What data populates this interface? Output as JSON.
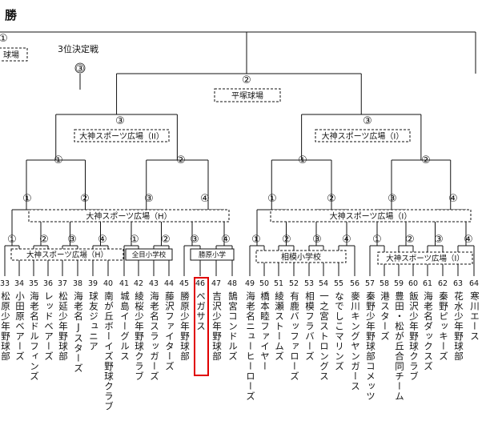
{
  "title_fragment": "勝",
  "third_place_title": "3位決定戦",
  "round_markers": {
    "one": "①",
    "two": "②",
    "three": "③",
    "four": "④"
  },
  "venues": {
    "final_left_partial": "球場",
    "hiratsuka": "平塚球場",
    "oogami_II": "大神スポーツ広場（II）",
    "oogami_I": "大神スポーツ広場（I）",
    "oogami_H": "大神スポーツ広場（H）",
    "oogami_H2": "大神スポーツ広場（H）",
    "oogami_I2": "大神スポーツ広場（I）",
    "oogami_I3": "大神スポーツ広場（I）",
    "zenme": "全目小学校",
    "katsuhara": "勝原小学",
    "sagamihara": "相模小学校"
  },
  "teams": [
    {
      "num": "33",
      "name": "松原少年野球部"
    },
    {
      "num": "34",
      "name": "小田原ベアーズ"
    },
    {
      "num": "35",
      "name": "海老名ドルフィンズ"
    },
    {
      "num": "36",
      "name": "レッドベアーズ"
    },
    {
      "num": "37",
      "name": "松延少年野球部"
    },
    {
      "num": "38",
      "name": "海老名Jスターズ"
    },
    {
      "num": "39",
      "name": "球友ジュニア"
    },
    {
      "num": "40",
      "name": "南が丘ボーイズ野球クラブ"
    },
    {
      "num": "41",
      "name": "城島イーグルス"
    },
    {
      "num": "42",
      "name": "綾桜少年野球クラブ"
    },
    {
      "num": "43",
      "name": "海老名スラッガーズ"
    },
    {
      "num": "44",
      "name": "藤沢ファイターズ"
    },
    {
      "num": "45",
      "name": "勝原少年野球部"
    },
    {
      "num": "46",
      "name": "ペガサス"
    },
    {
      "num": "47",
      "name": "吉沢少年野球部"
    },
    {
      "num": "48",
      "name": "鵠宮コンドルズ"
    },
    {
      "num": "49",
      "name": "海老名ニューヒーローズ"
    },
    {
      "num": "50",
      "name": "橋本睦ファイヤー"
    },
    {
      "num": "51",
      "name": "綾瀬ストームズ"
    },
    {
      "num": "52",
      "name": "有鹿バッファローズ"
    },
    {
      "num": "53",
      "name": "相模フラバーズ"
    },
    {
      "num": "54",
      "name": "一之宮ストロングス"
    },
    {
      "num": "55",
      "name": "なでしこマリンズ"
    },
    {
      "num": "56",
      "name": "麥川キングヤンガース"
    },
    {
      "num": "57",
      "name": "秦野少年野球部コメッツ"
    },
    {
      "num": "58",
      "name": "港スターズ"
    },
    {
      "num": "59",
      "name": "豊田・松が丘合同チーム"
    },
    {
      "num": "60",
      "name": "飯沢少年野球クラブ"
    },
    {
      "num": "61",
      "name": "海老名ダックスズ"
    },
    {
      "num": "62",
      "name": "秦野ピッキーズ"
    },
    {
      "num": "63",
      "name": "花水少年野球部"
    },
    {
      "num": "64",
      "name": "寒川エース"
    }
  ]
}
